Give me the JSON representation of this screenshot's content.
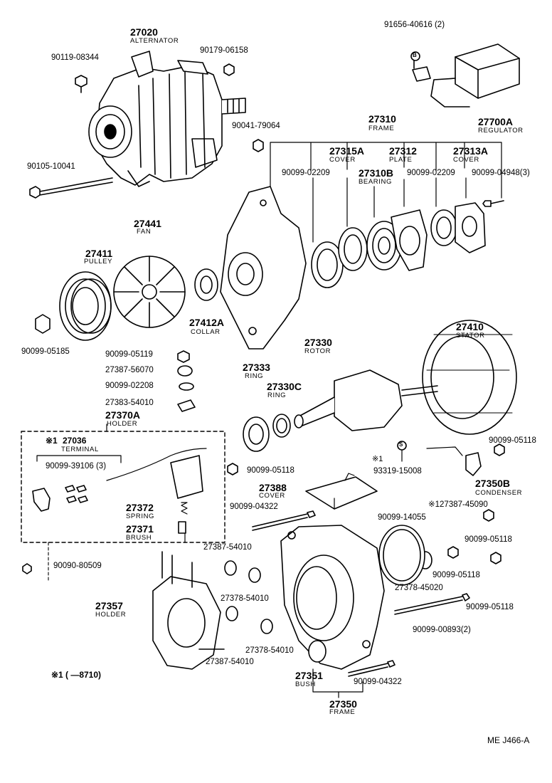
{
  "parts": {
    "alternator": {
      "no": "27020",
      "name": "ALTERNATOR"
    },
    "bolt_90119": "90119-08344",
    "nut_90179": "90179-06158",
    "bolt_90105": "90105-10041",
    "nut_90041": "90041-79064",
    "regulator_bolt": "91656-40616 (2)",
    "regulator_mark": "B",
    "regulator": {
      "no": "27700A",
      "name": "REGULATOR"
    },
    "frame_front": {
      "no": "27310",
      "name": "FRAME"
    },
    "cover_27315A": {
      "no": "27315A",
      "name": "COVER"
    },
    "plate_27312": {
      "no": "27312",
      "name": "PLATE"
    },
    "cover_27313A": {
      "no": "27313A",
      "name": "COVER"
    },
    "bearing_27310B": {
      "no": "27310B",
      "name": "BEARING"
    },
    "seal_left": "90099-02209",
    "seal_right": "90099-02209",
    "screw_04948": "90099-04948(3)",
    "fan": {
      "no": "27441",
      "name": "FAN"
    },
    "pulley": {
      "no": "27411",
      "name": "PULLEY"
    },
    "collar": {
      "no": "27412A",
      "name": "COLLAR"
    },
    "nut_05185": "90099-05185",
    "stator": {
      "no": "27410",
      "name": "STATOR"
    },
    "rotor": {
      "no": "27330",
      "name": "ROTOR"
    },
    "ring_27333": {
      "no": "27333",
      "name": "RING"
    },
    "ring_27330C": {
      "no": "27330C",
      "name": "RING"
    },
    "stack": [
      "90099-05119",
      "27387-56070",
      "90099-02208",
      "27383-54010"
    ],
    "holder_top": {
      "no": "27370A",
      "name": "HOLDER"
    },
    "terminal": {
      "mark": "※1",
      "no": "27036",
      "name": "TERMINAL"
    },
    "terminal_set": "90099-39106 (3)",
    "nut_terminal": "90099-05118",
    "spring": {
      "no": "27372",
      "name": "SPRING"
    },
    "brush": {
      "no": "27371",
      "name": "BRUSH"
    },
    "screw_80509": "90090-80509",
    "mark_s": "S",
    "screw_15008": {
      "mark": "※1",
      "no": "93319-15008"
    },
    "nut_right_top": "90099-05118",
    "condenser": {
      "no": "27350B",
      "name": "CONDENSER"
    },
    "condenser_note": "※127387-45090",
    "nut_right_mid": "90099-05118",
    "cover_27388": {
      "no": "27388",
      "name": "COVER"
    },
    "bolt_04322_top": "90099-04322",
    "seal_14055": "90099-14055",
    "insul_45020": "27378-45020",
    "nut_mid": "90099-05118",
    "nut_right_low": "90099-05118",
    "bolt_00893": "90099-00893(2)",
    "insul_54010_a": "27387-54010",
    "insul_54010_b": "27378-54010",
    "insul_54010_c": "27378-54010",
    "insul_54010_d": "27387-54010",
    "holder_rect": {
      "no": "27357",
      "name": "HOLDER"
    },
    "bush": {
      "no": "27351",
      "name": "BUSH"
    },
    "bolt_04322_low": "90099-04322",
    "frame_rear": {
      "no": "27350",
      "name": "FRAME"
    }
  },
  "footnote": {
    "mark": "※1",
    "text": "( —8710)"
  },
  "diagram_ref": "ME  J466-A"
}
